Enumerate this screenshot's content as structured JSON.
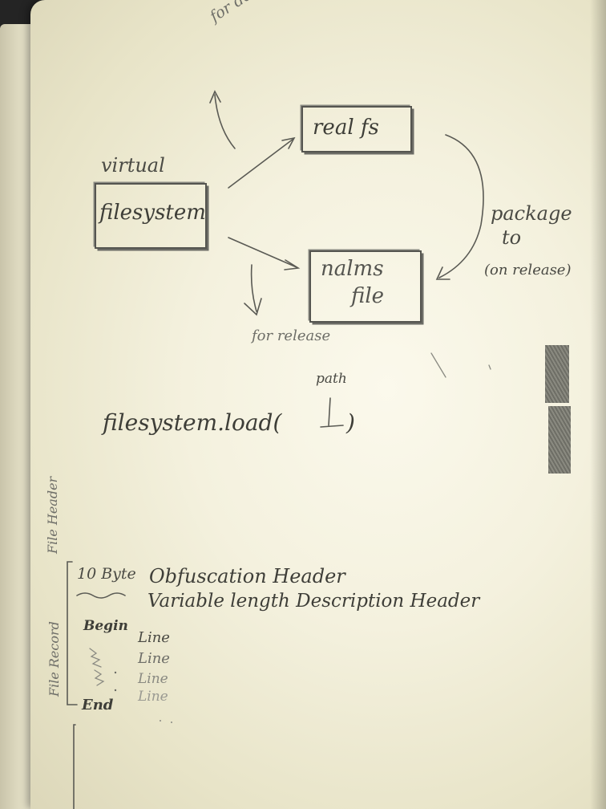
{
  "diagram": {
    "virtual_label": "virtual",
    "filesystem_box": "filesystem",
    "real_fs_box": "real fs",
    "nalums_box_line1": "nalms",
    "nalums_box_line2": "file",
    "for_development": "for development",
    "for_release": "for release",
    "package_line1": "package",
    "package_line2": "to",
    "package_line3": "(on release)"
  },
  "code": {
    "path_label": "path",
    "call": "filesystem.load(",
    "call_close": ")"
  },
  "format": {
    "side_label_header": "File Header",
    "side_label_record": "File Record",
    "row1_prefix": "10 Byte",
    "row1_text": "Obfuscation Header",
    "row2_text": "Variable length Description Header",
    "begin_label": "Begin",
    "end_label": "End",
    "lines": [
      "Line",
      "Line",
      "Line",
      "Line"
    ]
  }
}
